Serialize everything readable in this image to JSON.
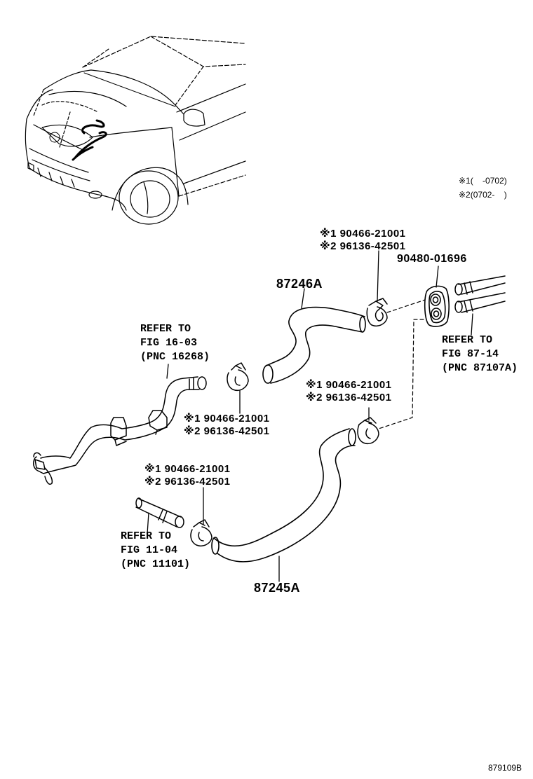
{
  "legend": {
    "note1": "※1(    -0702)",
    "note2": "※2(0702-    )"
  },
  "clamp_top": {
    "line1": "※1 90466-21001",
    "line2": "※2 96136-42501"
  },
  "clamp_middle_left": {
    "line1": "※1 90466-21001",
    "line2": "※2 96136-42501"
  },
  "clamp_middle_right": {
    "line1": "※1 90466-21001",
    "line2": "※2 96136-42501"
  },
  "clamp_bottom": {
    "line1": "※1 90466-21001",
    "line2": "※2 96136-42501"
  },
  "parts": {
    "hose_upper": "87246A",
    "hose_lower": "87245A",
    "grommet": "90480-01696"
  },
  "ref_engine": {
    "line1": "REFER TO",
    "line2": "FIG 16-03",
    "line3": "(PNC 16268)"
  },
  "ref_heater": {
    "line1": "REFER TO",
    "line2": "FIG 87-14",
    "line3": "(PNC 87107A)"
  },
  "ref_cylinder": {
    "line1": "REFER TO",
    "line2": "FIG 11-04",
    "line3": "(PNC 11101)"
  },
  "figure_code": "879109B"
}
